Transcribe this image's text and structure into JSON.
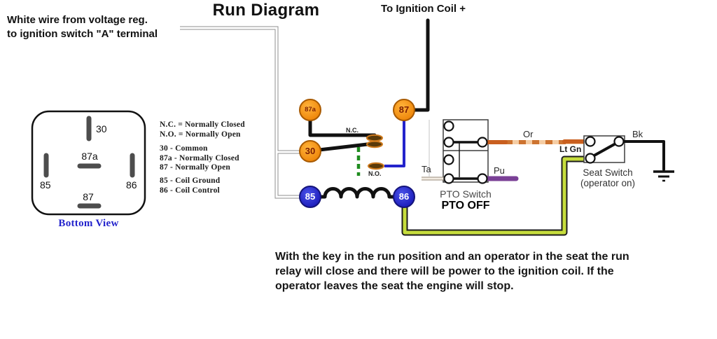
{
  "title": "Run Diagram",
  "notes": {
    "voltage_reg": "White wire from voltage reg.\nto ignition switch \"A\" terminal",
    "ignition_coil": "To Ignition Coil +",
    "description": "With the key in the run position and an operator in the seat the run\nrelay will close and there will be power to the ignition coil. If the\noperator leaves the seat the engine will stop."
  },
  "relay_pinout": {
    "caption": "Bottom View",
    "pins": {
      "p30": "30",
      "p87a": "87a",
      "p87": "87",
      "p85": "85",
      "p86": "86"
    },
    "legend": {
      "contacts": "N.C. = Normally Closed\nN.O. = Normally Open",
      "terminals": "30 - Common\n87a - Normally Closed\n87 - Normally Open",
      "coil": "85 - Coil Ground\n86 - Coil Control"
    }
  },
  "relay_schematic": {
    "terminals": {
      "t87a": "87a",
      "t87": "87",
      "t30": "30",
      "t85": "85",
      "t86": "86"
    },
    "contacts": {
      "nc": "N.C.",
      "no": "N.O."
    }
  },
  "pto_switch": {
    "label": "PTO Switch",
    "state": "PTO OFF",
    "wire_tan": "Ta",
    "wire_purple": "Pu",
    "wire_orange": "Or"
  },
  "seat_switch": {
    "label": "Seat Switch",
    "state": "(operator on)",
    "wire_lt_green": "Lt Gn",
    "wire_black": "Bk"
  },
  "colors": {
    "terminal-orange": "#f5920f",
    "terminal-blue": "#2228d8",
    "terminal-label-red": "#7c1d00",
    "wire-blue": "#2323cc",
    "wire-green-dash": "#1f8c1f",
    "wire-lt-green": "#c6dd3c",
    "wire-orange": "#cd7330",
    "wire-orange-pale": "#f5cda4",
    "wire-orange-dark": "#c95f1f",
    "wire-purple": "#7a4096",
    "caption-blue": "#2222cc"
  }
}
